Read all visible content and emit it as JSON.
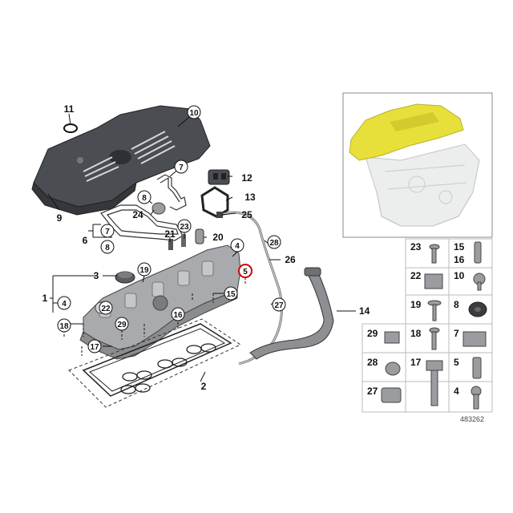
{
  "diagram": {
    "image_number": "483262",
    "highlight_color": "#e8e03a",
    "engine_cover_color": "#4a4d52",
    "head_cover_color": "#a8aaad",
    "callouts": [
      {
        "id": "c11",
        "num": "11",
        "circled": false
      },
      {
        "id": "c10",
        "num": "10",
        "circled": true
      },
      {
        "id": "c9",
        "num": "9",
        "circled": false
      },
      {
        "id": "c7a",
        "num": "7",
        "circled": true
      },
      {
        "id": "c12",
        "num": "12",
        "circled": false
      },
      {
        "id": "c8a",
        "num": "8",
        "circled": true
      },
      {
        "id": "c13",
        "num": "13",
        "circled": false
      },
      {
        "id": "c24",
        "num": "24",
        "circled": false
      },
      {
        "id": "c25",
        "num": "25",
        "circled": false
      },
      {
        "id": "c7b",
        "num": "7",
        "circled": true
      },
      {
        "id": "c6",
        "num": "6",
        "circled": false
      },
      {
        "id": "c8b",
        "num": "8",
        "circled": true
      },
      {
        "id": "c23a",
        "num": "23",
        "circled": true
      },
      {
        "id": "c21",
        "num": "21",
        "circled": false
      },
      {
        "id": "c20",
        "num": "20",
        "circled": false
      },
      {
        "id": "c28a",
        "num": "28",
        "circled": true
      },
      {
        "id": "c4a",
        "num": "4",
        "circled": true
      },
      {
        "id": "c26",
        "num": "26",
        "circled": false
      },
      {
        "id": "c3",
        "num": "3",
        "circled": false
      },
      {
        "id": "c19a",
        "num": "19",
        "circled": true
      },
      {
        "id": "c5",
        "num": "5",
        "circled": true
      },
      {
        "id": "c1",
        "num": "1",
        "circled": false
      },
      {
        "id": "c4b",
        "num": "4",
        "circled": true
      },
      {
        "id": "c22a",
        "num": "22",
        "circled": true
      },
      {
        "id": "c15a",
        "num": "15",
        "circled": true
      },
      {
        "id": "c27a",
        "num": "27",
        "circled": true
      },
      {
        "id": "c16a",
        "num": "16",
        "circled": true
      },
      {
        "id": "c14",
        "num": "14",
        "circled": false
      },
      {
        "id": "c18a",
        "num": "18",
        "circled": true
      },
      {
        "id": "c29a",
        "num": "29",
        "circled": true
      },
      {
        "id": "c17a",
        "num": "17",
        "circled": true
      },
      {
        "id": "c2",
        "num": "2",
        "circled": false
      }
    ],
    "fasteners": [
      {
        "id": "f23",
        "num": "23"
      },
      {
        "id": "f15",
        "num": "15"
      },
      {
        "id": "f16",
        "num": "16"
      },
      {
        "id": "f22",
        "num": "22"
      },
      {
        "id": "f10",
        "num": "10"
      },
      {
        "id": "f19",
        "num": "19"
      },
      {
        "id": "f8",
        "num": "8"
      },
      {
        "id": "f29",
        "num": "29"
      },
      {
        "id": "f18",
        "num": "18"
      },
      {
        "id": "f7",
        "num": "7"
      },
      {
        "id": "f28",
        "num": "28"
      },
      {
        "id": "f17",
        "num": "17"
      },
      {
        "id": "f5",
        "num": "5"
      },
      {
        "id": "f27",
        "num": "27"
      },
      {
        "id": "f4",
        "num": "4"
      }
    ]
  }
}
